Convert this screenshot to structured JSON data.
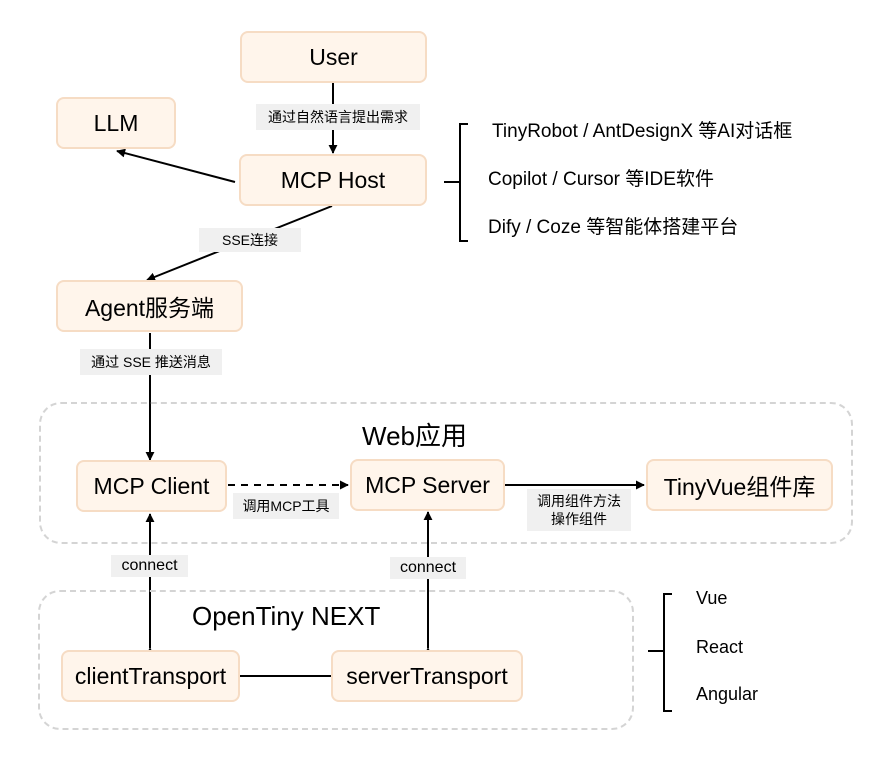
{
  "groups": {
    "web": {
      "title": "Web应用"
    },
    "opentiny": {
      "title": "OpenTiny NEXT"
    }
  },
  "nodes": {
    "user": "User",
    "llm": "LLM",
    "mcp_host": "MCP Host",
    "agent": "Agent服务端",
    "mcp_client": "MCP Client",
    "mcp_server": "MCP Server",
    "tinyvue": "TinyVue组件库",
    "client_transport": "clientTransport",
    "server_transport": "serverTransport"
  },
  "edge_labels": {
    "natural_language": "通过自然语言提出需求",
    "sse_connect": "SSE连接",
    "sse_push": "通过 SSE 推送消息",
    "call_mcp_tool": "调用MCP工具",
    "call_component": "调用组件方法\n操作组件",
    "client_connect": "connect",
    "server_connect": "connect"
  },
  "host_examples": [
    "TinyRobot / AntDesignX 等AI对话框",
    "Copilot / Cursor 等IDE软件",
    "Dify / Coze 等智能体搭建平台"
  ],
  "frameworks": [
    "Vue",
    "React",
    "Angular"
  ]
}
